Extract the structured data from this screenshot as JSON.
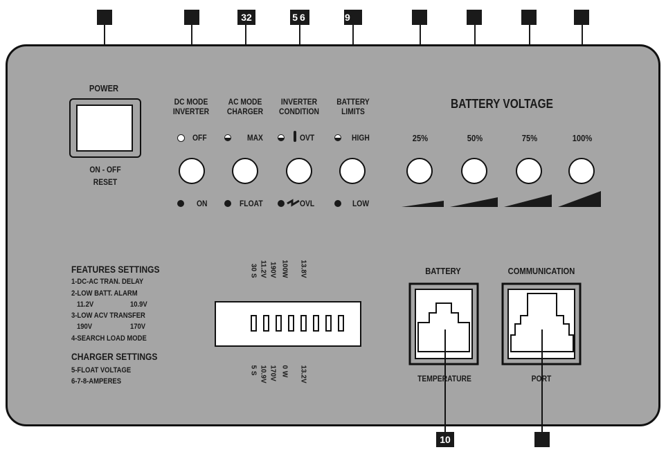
{
  "top_markers": [
    "3",
    "2",
    "5",
    "6",
    "9"
  ],
  "power": {
    "title": "POWER",
    "sub1": "ON - OFF",
    "sub2": "RESET"
  },
  "indicators": [
    {
      "line1": "DC MODE",
      "line2": "INVERTER",
      "top": "OFF",
      "bottom": "ON"
    },
    {
      "line1": "AC MODE",
      "line2": "CHARGER",
      "top": "MAX",
      "bottom": "FLOAT"
    },
    {
      "line1": "INVERTER",
      "line2": "CONDITION",
      "top": "OVT",
      "bottom": "OVL"
    },
    {
      "line1": "BATTERY",
      "line2": "LIMITS",
      "top": "HIGH",
      "bottom": "LOW"
    }
  ],
  "battery": {
    "title": "BATTERY  VOLTAGE",
    "levels": [
      "25%",
      "50%",
      "75%",
      "100%"
    ]
  },
  "features": {
    "title": "FEATURES SETTINGS",
    "line1": "1-DC-AC  TRAN.  DELAY",
    "line2": "2-LOW  BATT.  ALARM",
    "line2a": "11.2V",
    "line2b": "10.9V",
    "line3": "3-LOW  ACV  TRANSFER",
    "line3a": "190V",
    "line3b": "170V",
    "line4": "4-SEARCH LOAD MODE"
  },
  "charger": {
    "title": "CHARGER SETTINGS",
    "line1": "5-FLOAT VOLTAGE",
    "line2": "6-7-8-AMPERES"
  },
  "dip": {
    "top_labels": [
      "30 S",
      "11.2V",
      "190V",
      "100W",
      "13.8V"
    ],
    "bottom_labels": [
      "5 S",
      "10.9V",
      "170V",
      "0 W",
      "13.2V"
    ]
  },
  "ports": {
    "battery_top": "BATTERY",
    "battery_bottom": "TEMPERATURE",
    "comm_top": "COMMUNICATION",
    "comm_bottom": "PORT"
  },
  "bottom_marker": "10"
}
